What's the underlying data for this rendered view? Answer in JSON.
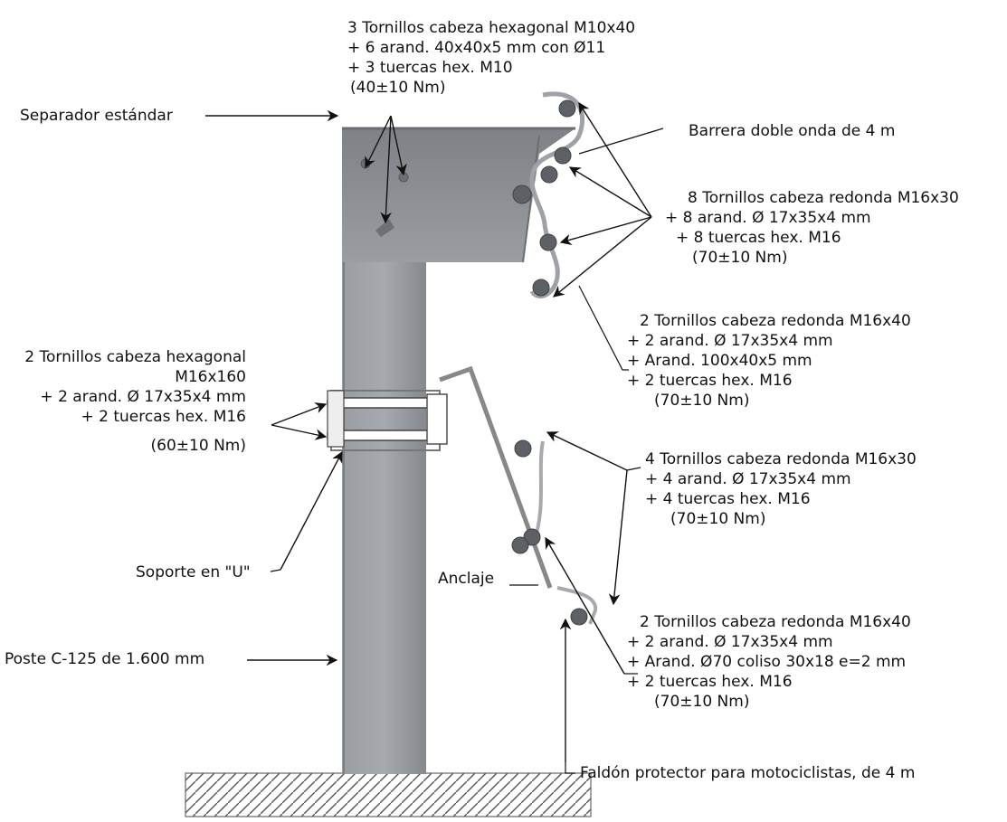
{
  "labels": {
    "top_bolts": {
      "lines": [
        "3 Tornillos cabeza hexagonal M10x40",
        "+ 6 arand. 40x40x5 mm con Ø11",
        "+ 3 tuercas hex. M10",
        "(40±10 Nm)"
      ]
    },
    "separator": "Separador estándar",
    "barrier": "Barrera doble onda de 4 m",
    "beam_bolts": {
      "lines": [
        "8 Tornillos cabeza redonda M16x30",
        "+ 8 arand. Ø 17x35x4 mm",
        "+ 8 tuercas hex. M16",
        "(70±10 Nm)"
      ]
    },
    "beam_bolts_2": {
      "lines": [
        "2 Tornillos cabeza redonda M16x40",
        "+ 2 arand. Ø 17x35x4 mm",
        "+ Arand. 100x40x5 mm",
        "+ 2 tuercas hex. M16",
        "(70±10 Nm)"
      ]
    },
    "left_bolts": {
      "lines": [
        "2 Tornillos cabeza hexagonal",
        "M16x160",
        "+ 2 arand. Ø 17x35x4 mm",
        "+ 2 tuercas hex. M16",
        "(60±10 Nm)"
      ]
    },
    "skirt_bolts": {
      "lines": [
        "4 Tornillos cabeza redonda M16x30",
        "+ 4 arand. Ø 17x35x4 mm",
        "+ 4 tuercas hex. M16",
        "(70±10 Nm)"
      ]
    },
    "u_support": "Soporte en \"U\"",
    "anchor": "Anclaje",
    "post": "Poste C-125 de 1.600 mm",
    "lower_bolts": {
      "lines": [
        "2 Tornillos cabeza redonda M16x40",
        "+ 2 arand. Ø 17x35x4 mm",
        "+ Arand. Ø70 coliso 30x18 e=2 mm",
        "+ 2 tuercas hex. M16",
        "(70±10 Nm)"
      ]
    },
    "skirt": "Faldón protector para motociclistas, de 4 m"
  },
  "colors": {
    "steel": "#8d9195",
    "steel_dark": "#6f7377",
    "steel_light": "#a9adb1",
    "line": "#222222",
    "ground_hatch": "#555555"
  }
}
